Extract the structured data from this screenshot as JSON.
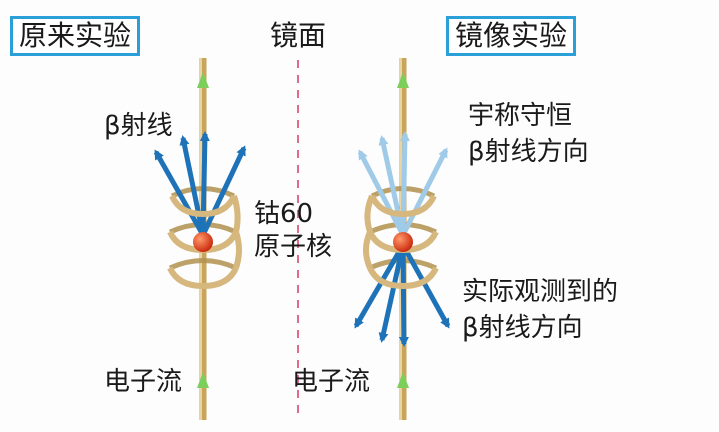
{
  "title_left": "原来实验",
  "title_mirror": "镜面",
  "title_right": "镜像实验",
  "label_beta": "β射线",
  "label_nucleus_line1": "钴60",
  "label_nucleus_line2": "原子核",
  "label_current_left": "电子流",
  "label_current_right": "电子流",
  "label_parity_line1": "宇称守恒",
  "label_parity_line2": "β射线方向",
  "label_observed_line1": "实际观测到的",
  "label_observed_line2": "β射线方向",
  "colors": {
    "box_border": "#2b9fd8",
    "arrow_dark": "#1d72b8",
    "arrow_light": "#9fcbe8",
    "coil": "#d6b77e",
    "rod": "#c9a55c",
    "nucleus": "#e0401a",
    "current_arrow": "#7ccf5a",
    "mirror_line": "#e26a8a"
  }
}
